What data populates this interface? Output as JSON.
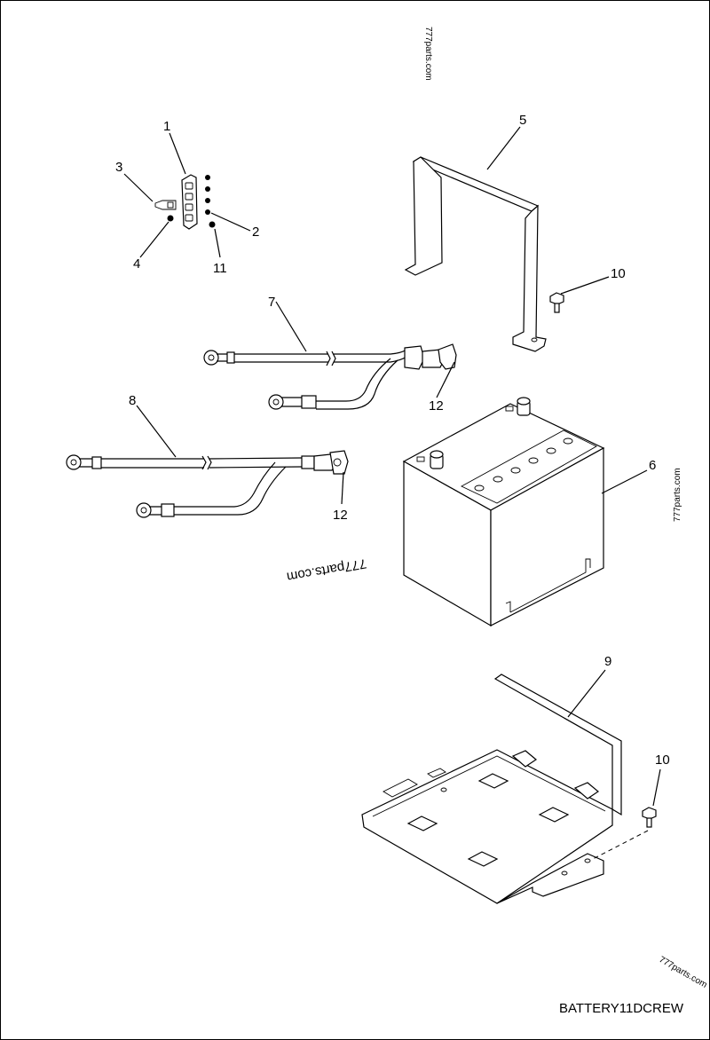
{
  "watermarks": {
    "top": "777parts.com",
    "right": "777parts.com",
    "middle": "777parts.com",
    "bottom_right": "777parts.com"
  },
  "callouts": {
    "c1": "1",
    "c2": "2",
    "c3": "3",
    "c4": "4",
    "c5": "5",
    "c6": "6",
    "c7": "7",
    "c8": "8",
    "c9": "9",
    "c10a": "10",
    "c10b": "10",
    "c11": "11",
    "c12a": "12",
    "c12b": "12"
  },
  "drawing_code": "BATTERY11DCREW"
}
